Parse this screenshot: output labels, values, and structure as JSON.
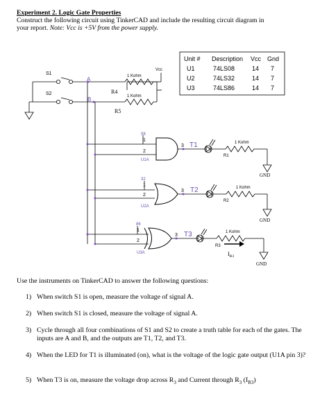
{
  "heading": {
    "title": "Experiment 2.  Logic Gate Properties",
    "line1": "Construct the following circuit using TinkerCAD and include the resulting circuit diagram in",
    "line2_lead": "your report.  ",
    "note": "Note:  Vcc is +5V from the power supply."
  },
  "table": {
    "headers": [
      "Unit #",
      "Description",
      "Vcc",
      "Gnd"
    ],
    "rows": [
      [
        "U1",
        "74LS08",
        "14",
        "7"
      ],
      [
        "U2",
        "74LS32",
        "14",
        "7"
      ],
      [
        "U3",
        "74LS86",
        "14",
        "7"
      ]
    ]
  },
  "circuit": {
    "vcc": "Vcc",
    "switch_s1": "S1",
    "switch_s2": "S2",
    "node_a": "A",
    "node_b": "B",
    "r4_value": "1 Kohm",
    "r4_label": "R4",
    "r5_value": "1 Kohm",
    "r5_label": "R5",
    "gates": [
      {
        "type_num": "08",
        "pin1": "1",
        "pin2": "2",
        "pin3": "3",
        "unit": "U1A",
        "out": "T1",
        "res_value": "1 Kohm",
        "res_label": "R1",
        "gnd": "GND"
      },
      {
        "type_num": "32",
        "pin1": "1",
        "pin2": "2",
        "pin3": "3",
        "unit": "U2A",
        "out": "T2",
        "res_value": "1 Kohm",
        "res_label": "R2",
        "gnd": "GND"
      },
      {
        "type_num": "86",
        "pin1": "1",
        "pin2": "2",
        "pin3": "3",
        "unit": "U3A",
        "out": "T3",
        "res_value": "1 Kohm",
        "res_label": "R3",
        "gnd": "GND"
      }
    ],
    "current_label": "I",
    "current_sub": "R3"
  },
  "intro": "Use the instruments on TinkerCAD to answer the following questions:",
  "questions": [
    {
      "num": "1)",
      "text": "When switch S1 is open, measure the voltage of signal A."
    },
    {
      "num": "2)",
      "text": "When switch S1 is closed, measure the voltage of signal A."
    },
    {
      "num": "3)",
      "text": "Cycle through all four combinations of S1 and S2 to create a truth table for each of the gates.  The inputs are A and B, and the outputs are T1, T2, and T3."
    },
    {
      "num": "4)",
      "text": "When the LED for T1 is illuminated (on), what is the voltage of the logic gate output (U1A pin 3)?"
    },
    {
      "num": "5)",
      "text_main": "When T3 is on, measure the voltage drop across R",
      "sub1": "3",
      "text_mid": " and Current through R",
      "sub2": "3",
      "text_paren_open": " (I",
      "sub3": "R3",
      "text_paren_close": ")"
    }
  ]
}
